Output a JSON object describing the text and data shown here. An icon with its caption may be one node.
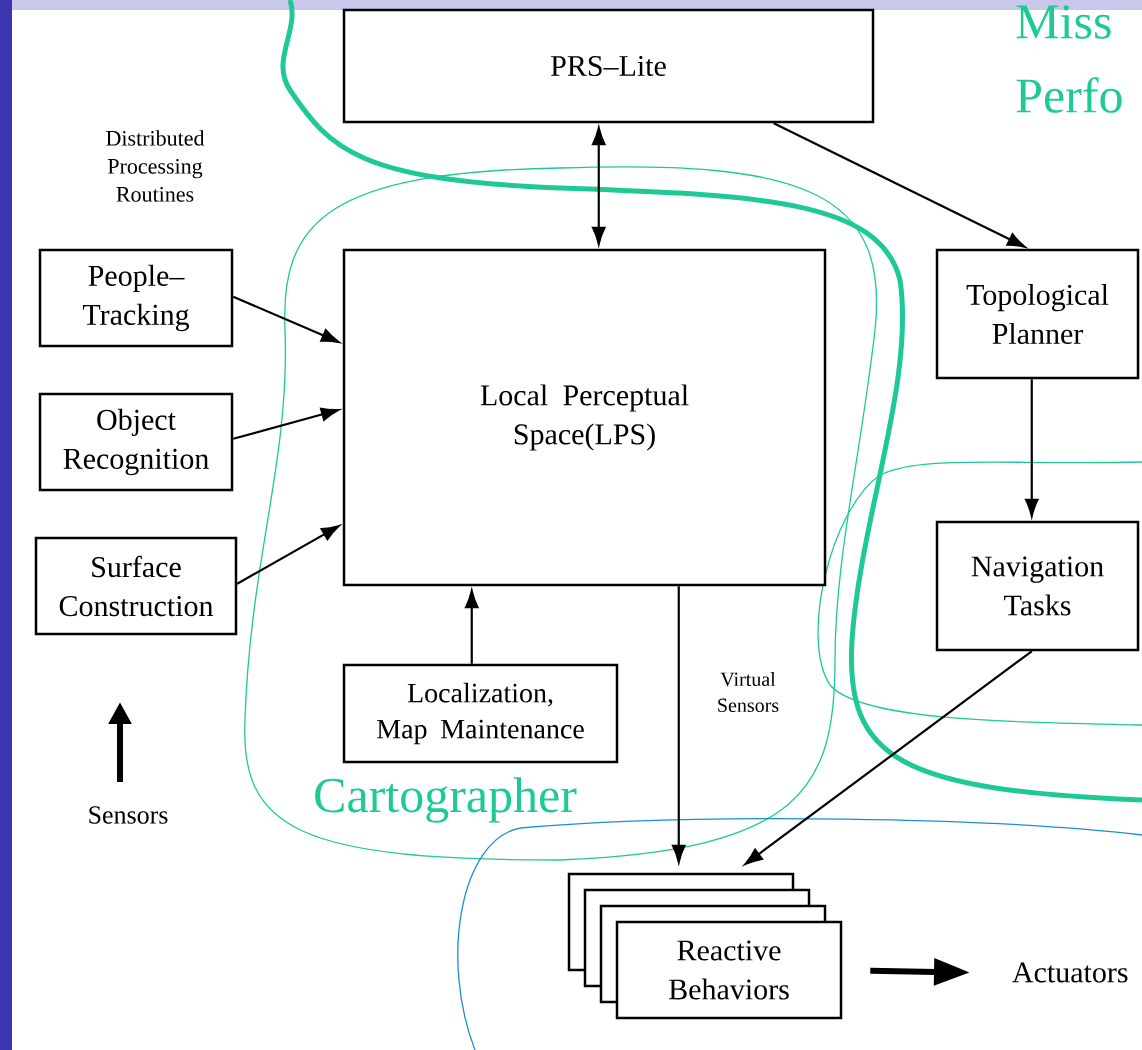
{
  "diagram": {
    "nodes": [
      {
        "text": [
          "PRS–Lite"
        ]
      },
      {
        "text": [
          "Local Perceptual Space(LPS)"
        ]
      },
      {
        "text": [
          "People– Tracking"
        ]
      },
      {
        "text": [
          "Object Recognition"
        ]
      },
      {
        "text": [
          "Surface Construction"
        ]
      },
      {
        "text": [
          "Topological Planner"
        ]
      },
      {
        "text": [
          "Navigation Tasks"
        ]
      },
      {
        "text": [
          "Localization, Map Maintenance"
        ]
      },
      {
        "text": [
          "Reactive Behaviors"
        ]
      },
      {
        "text": [
          "Actuators"
        ]
      }
    ],
    "edges": [
      {
        "from": 0,
        "to": 1,
        "arrow": "both"
      },
      {
        "from": 0,
        "to": 5,
        "arrow": "to"
      },
      {
        "from": 2,
        "to": 1,
        "arrow": "to"
      },
      {
        "from": 3,
        "to": 1,
        "arrow": "to"
      },
      {
        "from": 4,
        "to": 1,
        "arrow": "to"
      },
      {
        "from": 7,
        "to": 1,
        "arrow": "to"
      },
      {
        "from": 5,
        "to": 6,
        "arrow": "to"
      },
      {
        "from": 1,
        "to": 8,
        "arrow": "to",
        "label": "Virtual Sensors"
      },
      {
        "from": 6,
        "to": 8,
        "arrow": "to"
      },
      {
        "from": 8,
        "to": 9,
        "arrow": "to",
        "style": "thick"
      }
    ],
    "labels": [
      "Miss",
      "Perfo",
      "Distributed Processing Routines",
      "Sensors",
      "Cartographer"
    ]
  }
}
